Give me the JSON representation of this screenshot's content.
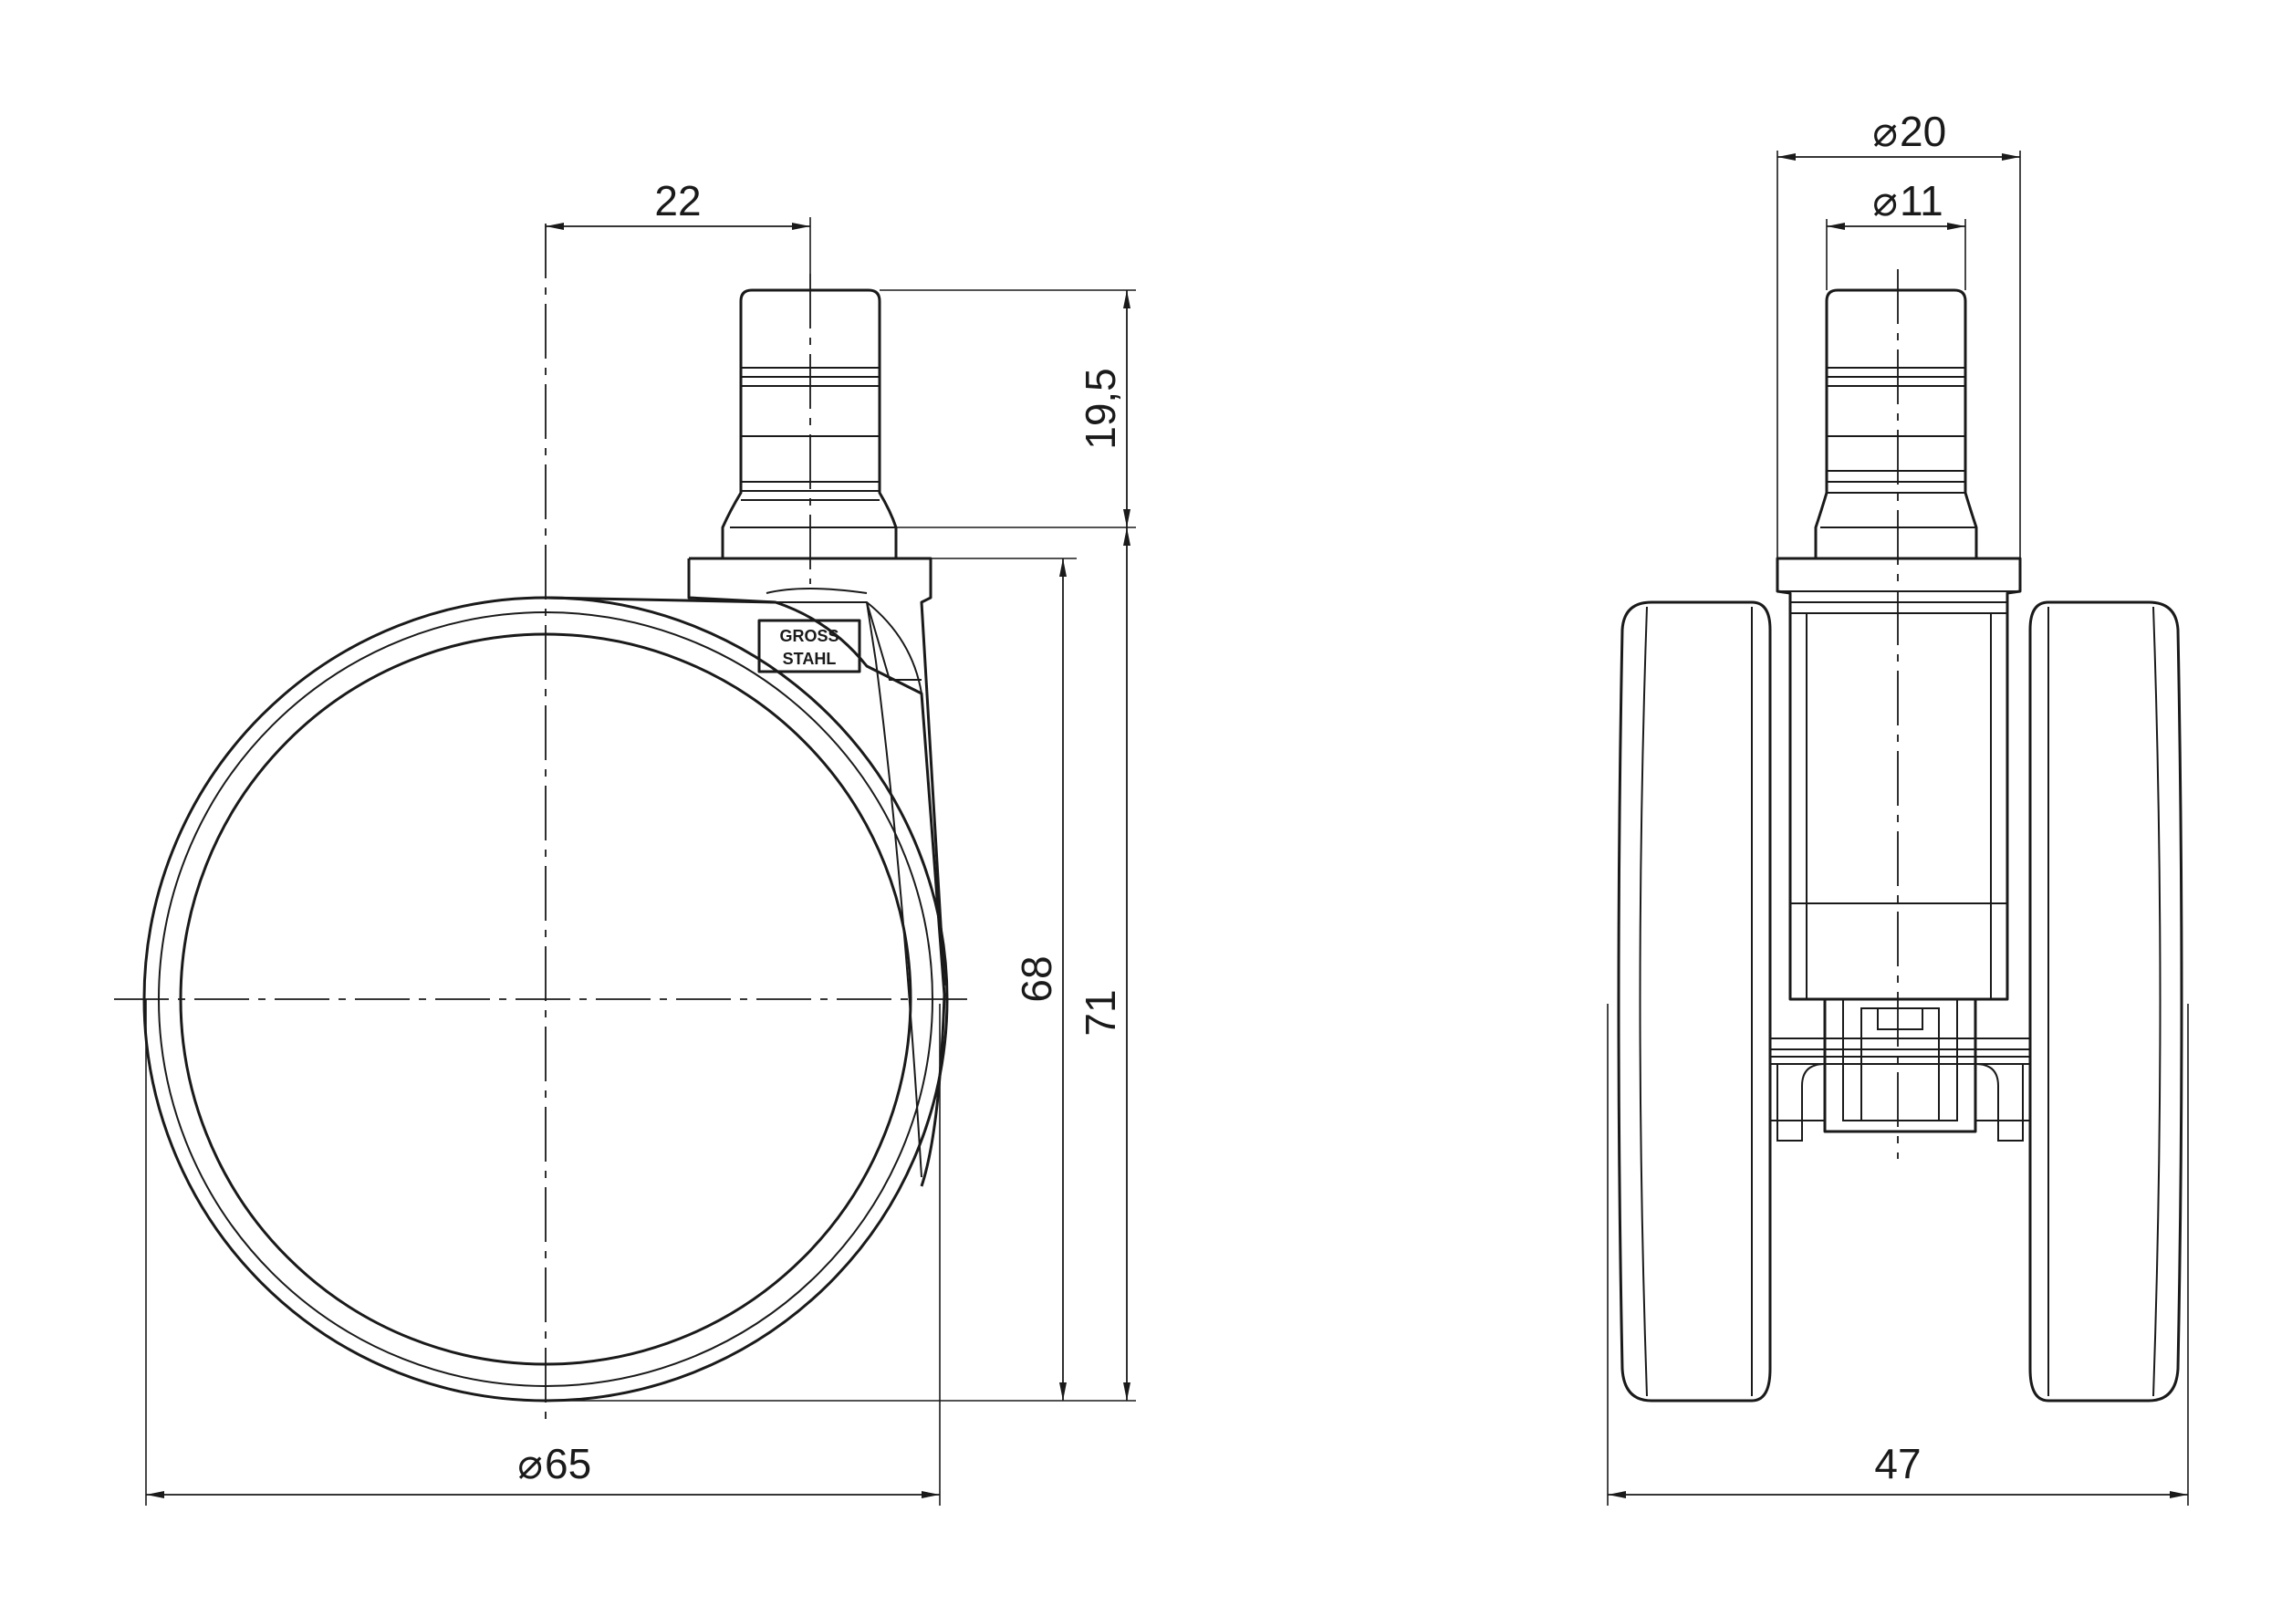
{
  "views": {
    "side": {
      "dimensions": {
        "stem_offset": "22",
        "stem_length": "19,5",
        "wheel_height": "68",
        "total_height": "71",
        "wheel_diameter": "65"
      },
      "logo": {
        "top_text": "GROSS",
        "bottom_text": "STAHL"
      }
    },
    "front": {
      "dimensions": {
        "collar_diameter": "20",
        "stem_diameter": "11",
        "total_width": "47"
      }
    }
  },
  "symbols": {
    "diameter": "⌀"
  }
}
